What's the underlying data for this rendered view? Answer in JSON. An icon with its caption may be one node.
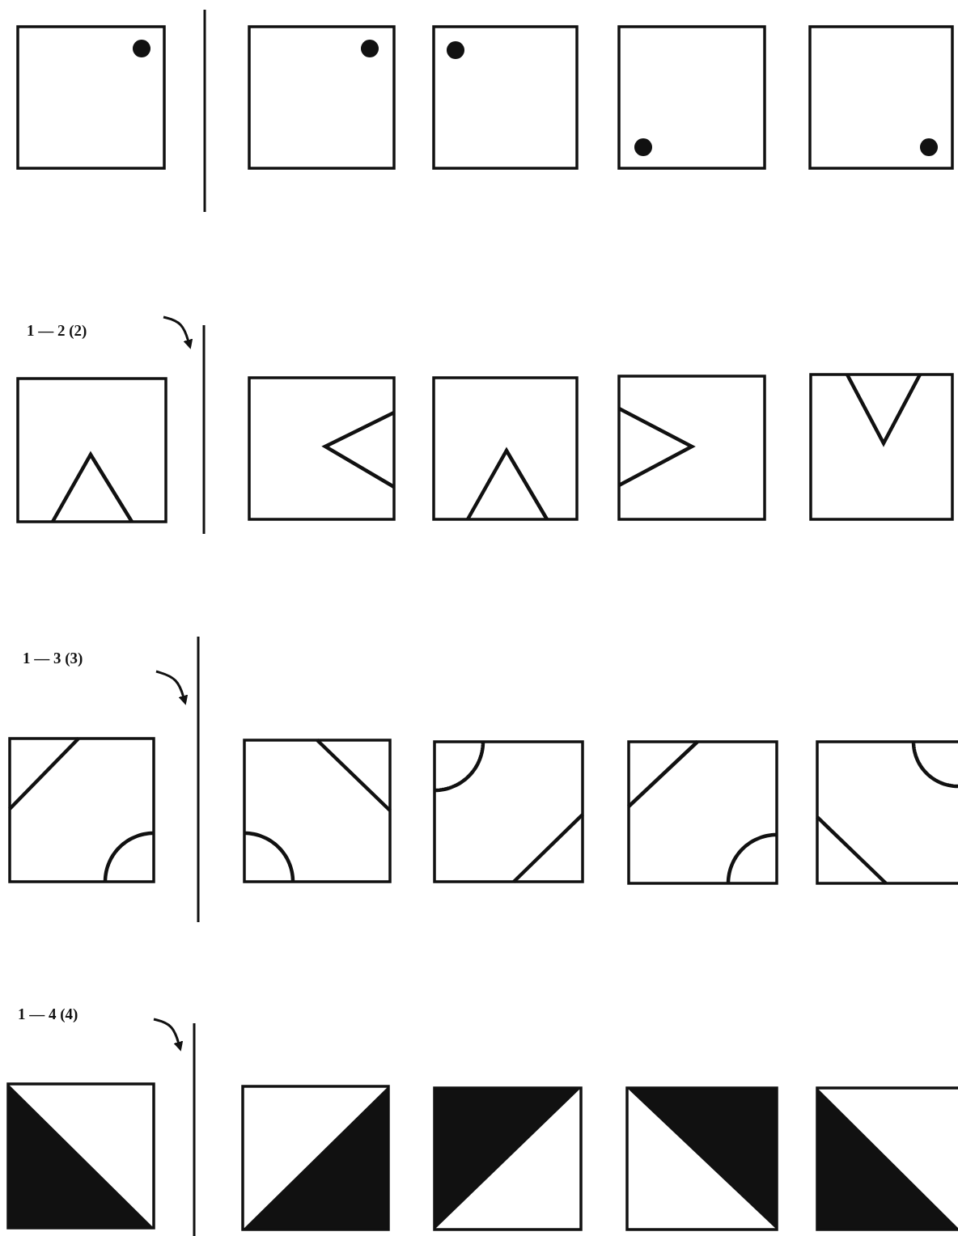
{
  "diagram": {
    "labels": [
      "1 — 2 (2)",
      "1 — 3 (3)",
      "1 — 4 (4)"
    ]
  }
}
